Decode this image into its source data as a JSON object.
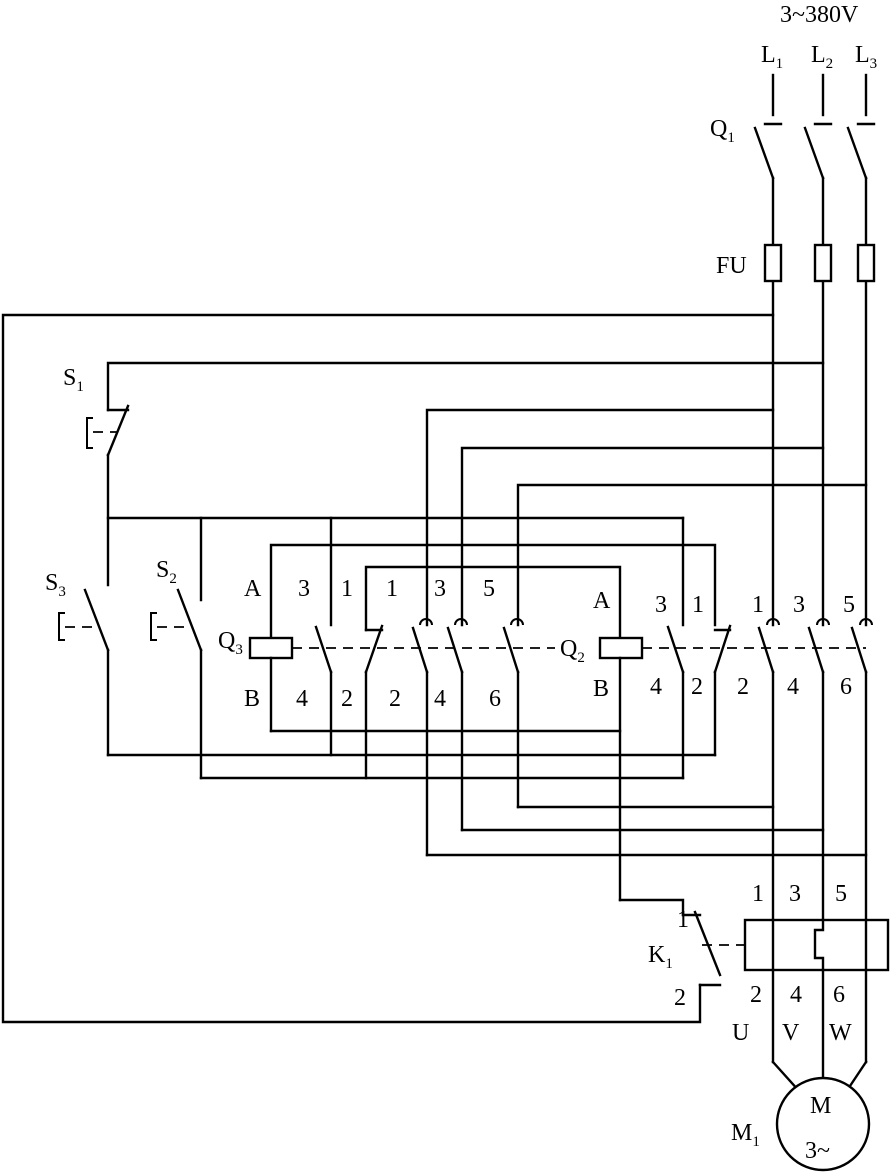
{
  "supply": {
    "voltage": "3~380V",
    "phases": [
      {
        "main": "L",
        "sub": "1"
      },
      {
        "main": "L",
        "sub": "2"
      },
      {
        "main": "L",
        "sub": "3"
      }
    ]
  },
  "breaker": {
    "main": "Q",
    "sub": "1"
  },
  "fuse": {
    "label": "FU"
  },
  "buttons": {
    "s1": {
      "main": "S",
      "sub": "1"
    },
    "s2": {
      "main": "S",
      "sub": "2"
    },
    "s3": {
      "main": "S",
      "sub": "3"
    }
  },
  "contactor_q3": {
    "name": {
      "main": "Q",
      "sub": "3"
    },
    "coil_top": "A",
    "coil_bottom": "B",
    "top_terminals": [
      "3",
      "1",
      "1",
      "3",
      "5"
    ],
    "bottom_terminals": [
      "4",
      "2",
      "2",
      "4",
      "6"
    ]
  },
  "contactor_q2": {
    "name": {
      "main": "Q",
      "sub": "2"
    },
    "coil_top": "A",
    "coil_bottom": "B",
    "top_terminals": [
      "3",
      "1",
      "1",
      "3",
      "5"
    ],
    "bottom_terminals": [
      "4",
      "2",
      "2",
      "4",
      "6"
    ]
  },
  "overload": {
    "name": {
      "main": "K",
      "sub": "1"
    },
    "contact_top": "1",
    "contact_bottom": "2",
    "top_terminals": [
      "1",
      "3",
      "5"
    ],
    "bottom_terminals": [
      "2",
      "4",
      "6"
    ]
  },
  "outputs": [
    "U",
    "V",
    "W"
  ],
  "motor": {
    "main": "M",
    "sub": "1",
    "symbol": "M",
    "type": "3~"
  }
}
